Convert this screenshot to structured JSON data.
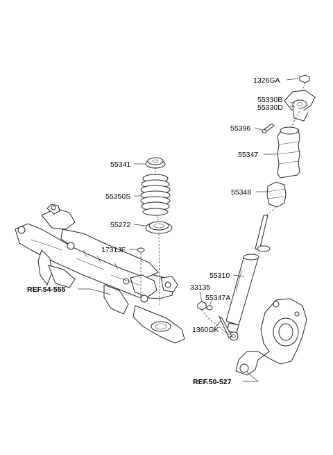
{
  "diagram": {
    "labels": {
      "p1326GA": "1326GA",
      "p55330B": "55330B",
      "p55330D": "55330D",
      "p55396": "55396",
      "p55347": "55347",
      "p55348": "55348",
      "p55310": "55310",
      "p55341": "55341",
      "p55350S": "55350S",
      "p55272": "55272",
      "p1731JF": "1731JF",
      "p33135": "33135",
      "p55347A": "55347A",
      "p1360GK": "1360GK"
    },
    "refs": {
      "ref_left": "REF.54-555",
      "ref_bottom": "REF.50-527"
    }
  }
}
